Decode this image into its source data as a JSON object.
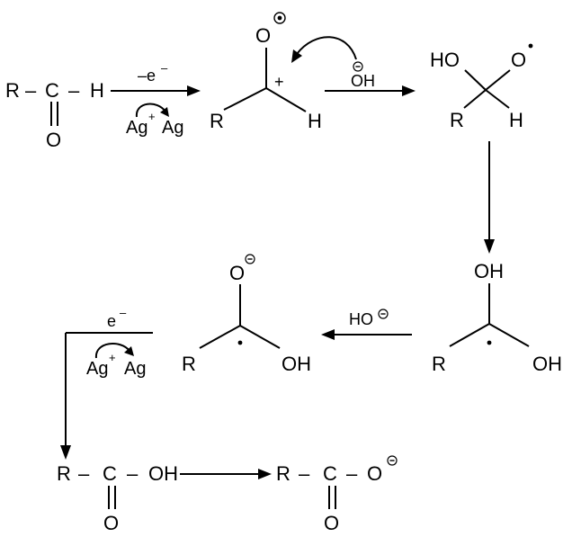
{
  "reactant": {
    "r": "R",
    "dash1": "–",
    "c": "C",
    "dash2": "–",
    "h": "H",
    "o": "O"
  },
  "step1": {
    "reagent": "–e",
    "reagent_sup": "–",
    "ag_plus": "Ag",
    "ag_plus_sup": "+",
    "ag": "Ag"
  },
  "intermediate1": {
    "o": "O",
    "charge": "+",
    "r": "R",
    "h": "H"
  },
  "step2": {
    "reagent": "OH"
  },
  "intermediate2": {
    "ho": "HO",
    "o": "O",
    "r": "R",
    "h": "H"
  },
  "intermediate3": {
    "oh_top": "OH",
    "r": "R",
    "oh_right": "OH"
  },
  "step4": {
    "reagent": "HO"
  },
  "intermediate4": {
    "o": "O",
    "r": "R",
    "oh": "OH"
  },
  "step5": {
    "reagent": "e",
    "reagent_sup": "–",
    "ag_plus": "Ag",
    "ag_plus_sup": "+",
    "ag": "Ag"
  },
  "acid": {
    "r": "R",
    "dash1": "–",
    "c": "C",
    "dash2": "–",
    "oh": "OH",
    "o": "O"
  },
  "carboxylate": {
    "r": "R",
    "dash1": "–",
    "c": "C",
    "dash2": "–",
    "o_right": "O",
    "o": "O"
  }
}
